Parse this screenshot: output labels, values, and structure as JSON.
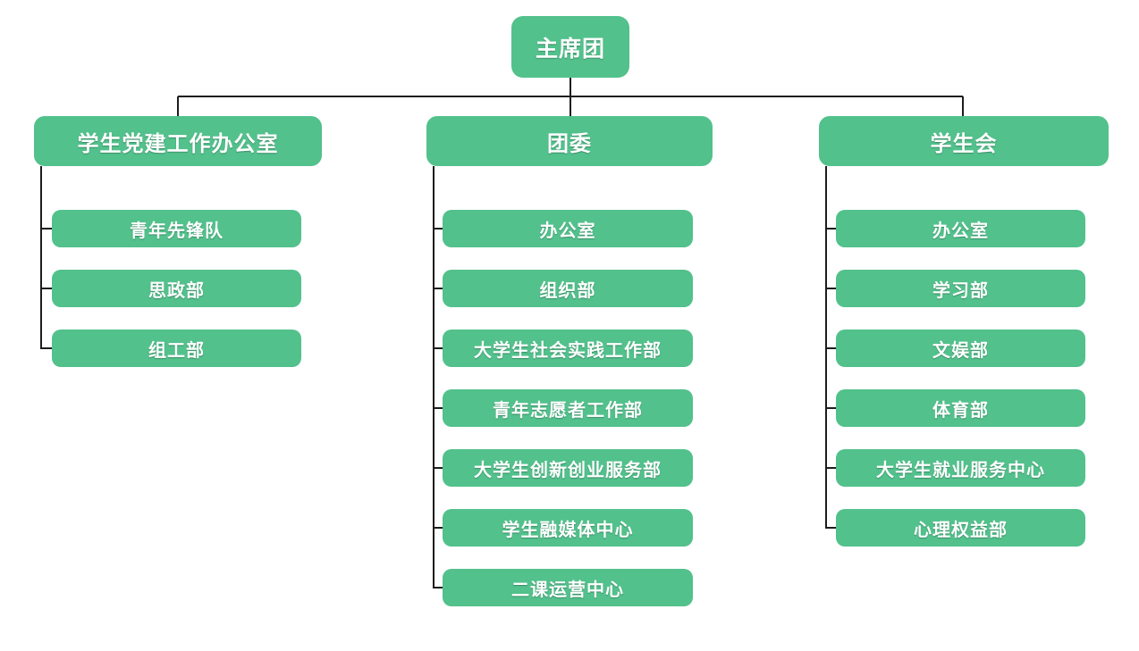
{
  "diagram": {
    "type": "org-chart",
    "colors": {
      "node_fill": "#52c18c",
      "node_text": "#ffffff",
      "connector": "#1d1d1d",
      "background": "#ffffff"
    },
    "root": {
      "label": "主席团"
    },
    "branches": [
      {
        "label": "学生党建工作办公室",
        "children": [
          "青年先锋队",
          "思政部",
          "组工部"
        ]
      },
      {
        "label": "团委",
        "children": [
          "办公室",
          "组织部",
          "大学生社会实践工作部",
          "青年志愿者工作部",
          "大学生创新创业服务部",
          "学生融媒体中心",
          "二课运营中心"
        ]
      },
      {
        "label": "学生会",
        "children": [
          "办公室",
          "学习部",
          "文娱部",
          "体育部",
          "大学生就业服务中心",
          "心理权益部"
        ]
      }
    ]
  }
}
